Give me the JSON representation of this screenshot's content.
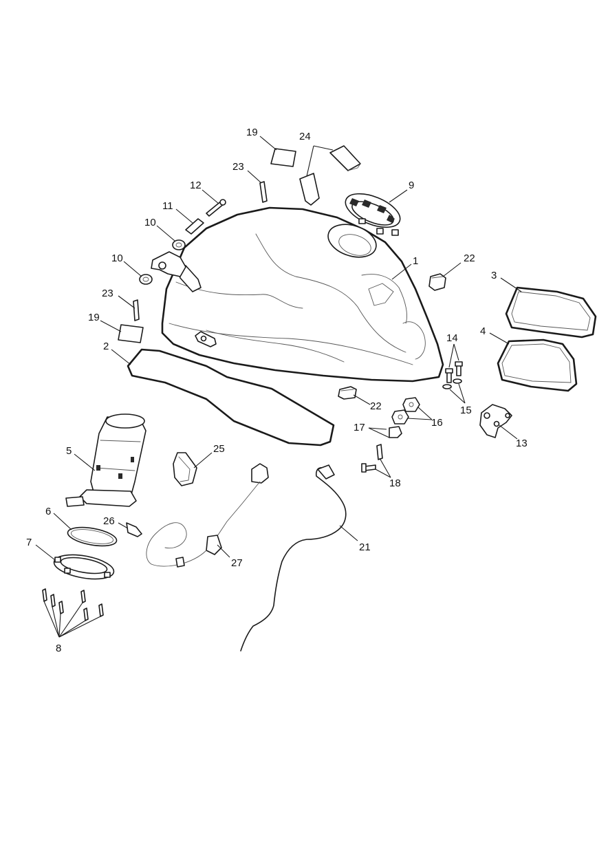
{
  "callouts": [
    {
      "id": "c1",
      "label": "1"
    },
    {
      "id": "c2",
      "label": "2"
    },
    {
      "id": "c3",
      "label": "3"
    },
    {
      "id": "c4",
      "label": "4"
    },
    {
      "id": "c5",
      "label": "5"
    },
    {
      "id": "c6",
      "label": "6"
    },
    {
      "id": "c7",
      "label": "7"
    },
    {
      "id": "c8",
      "label": "8"
    },
    {
      "id": "c9",
      "label": "9"
    },
    {
      "id": "c10a",
      "label": "10"
    },
    {
      "id": "c10b",
      "label": "10"
    },
    {
      "id": "c11",
      "label": "11"
    },
    {
      "id": "c12",
      "label": "12"
    },
    {
      "id": "c13",
      "label": "13"
    },
    {
      "id": "c14",
      "label": "14"
    },
    {
      "id": "c15",
      "label": "15"
    },
    {
      "id": "c16",
      "label": "16"
    },
    {
      "id": "c17",
      "label": "17"
    },
    {
      "id": "c18",
      "label": "18"
    },
    {
      "id": "c19a",
      "label": "19"
    },
    {
      "id": "c19b",
      "label": "19"
    },
    {
      "id": "c21",
      "label": "21"
    },
    {
      "id": "c22a",
      "label": "22"
    },
    {
      "id": "c22b",
      "label": "22"
    },
    {
      "id": "c23a",
      "label": "23"
    },
    {
      "id": "c23b",
      "label": "23"
    },
    {
      "id": "c24",
      "label": "24"
    },
    {
      "id": "c25",
      "label": "25"
    },
    {
      "id": "c26",
      "label": "26"
    },
    {
      "id": "c27",
      "label": "27"
    }
  ]
}
